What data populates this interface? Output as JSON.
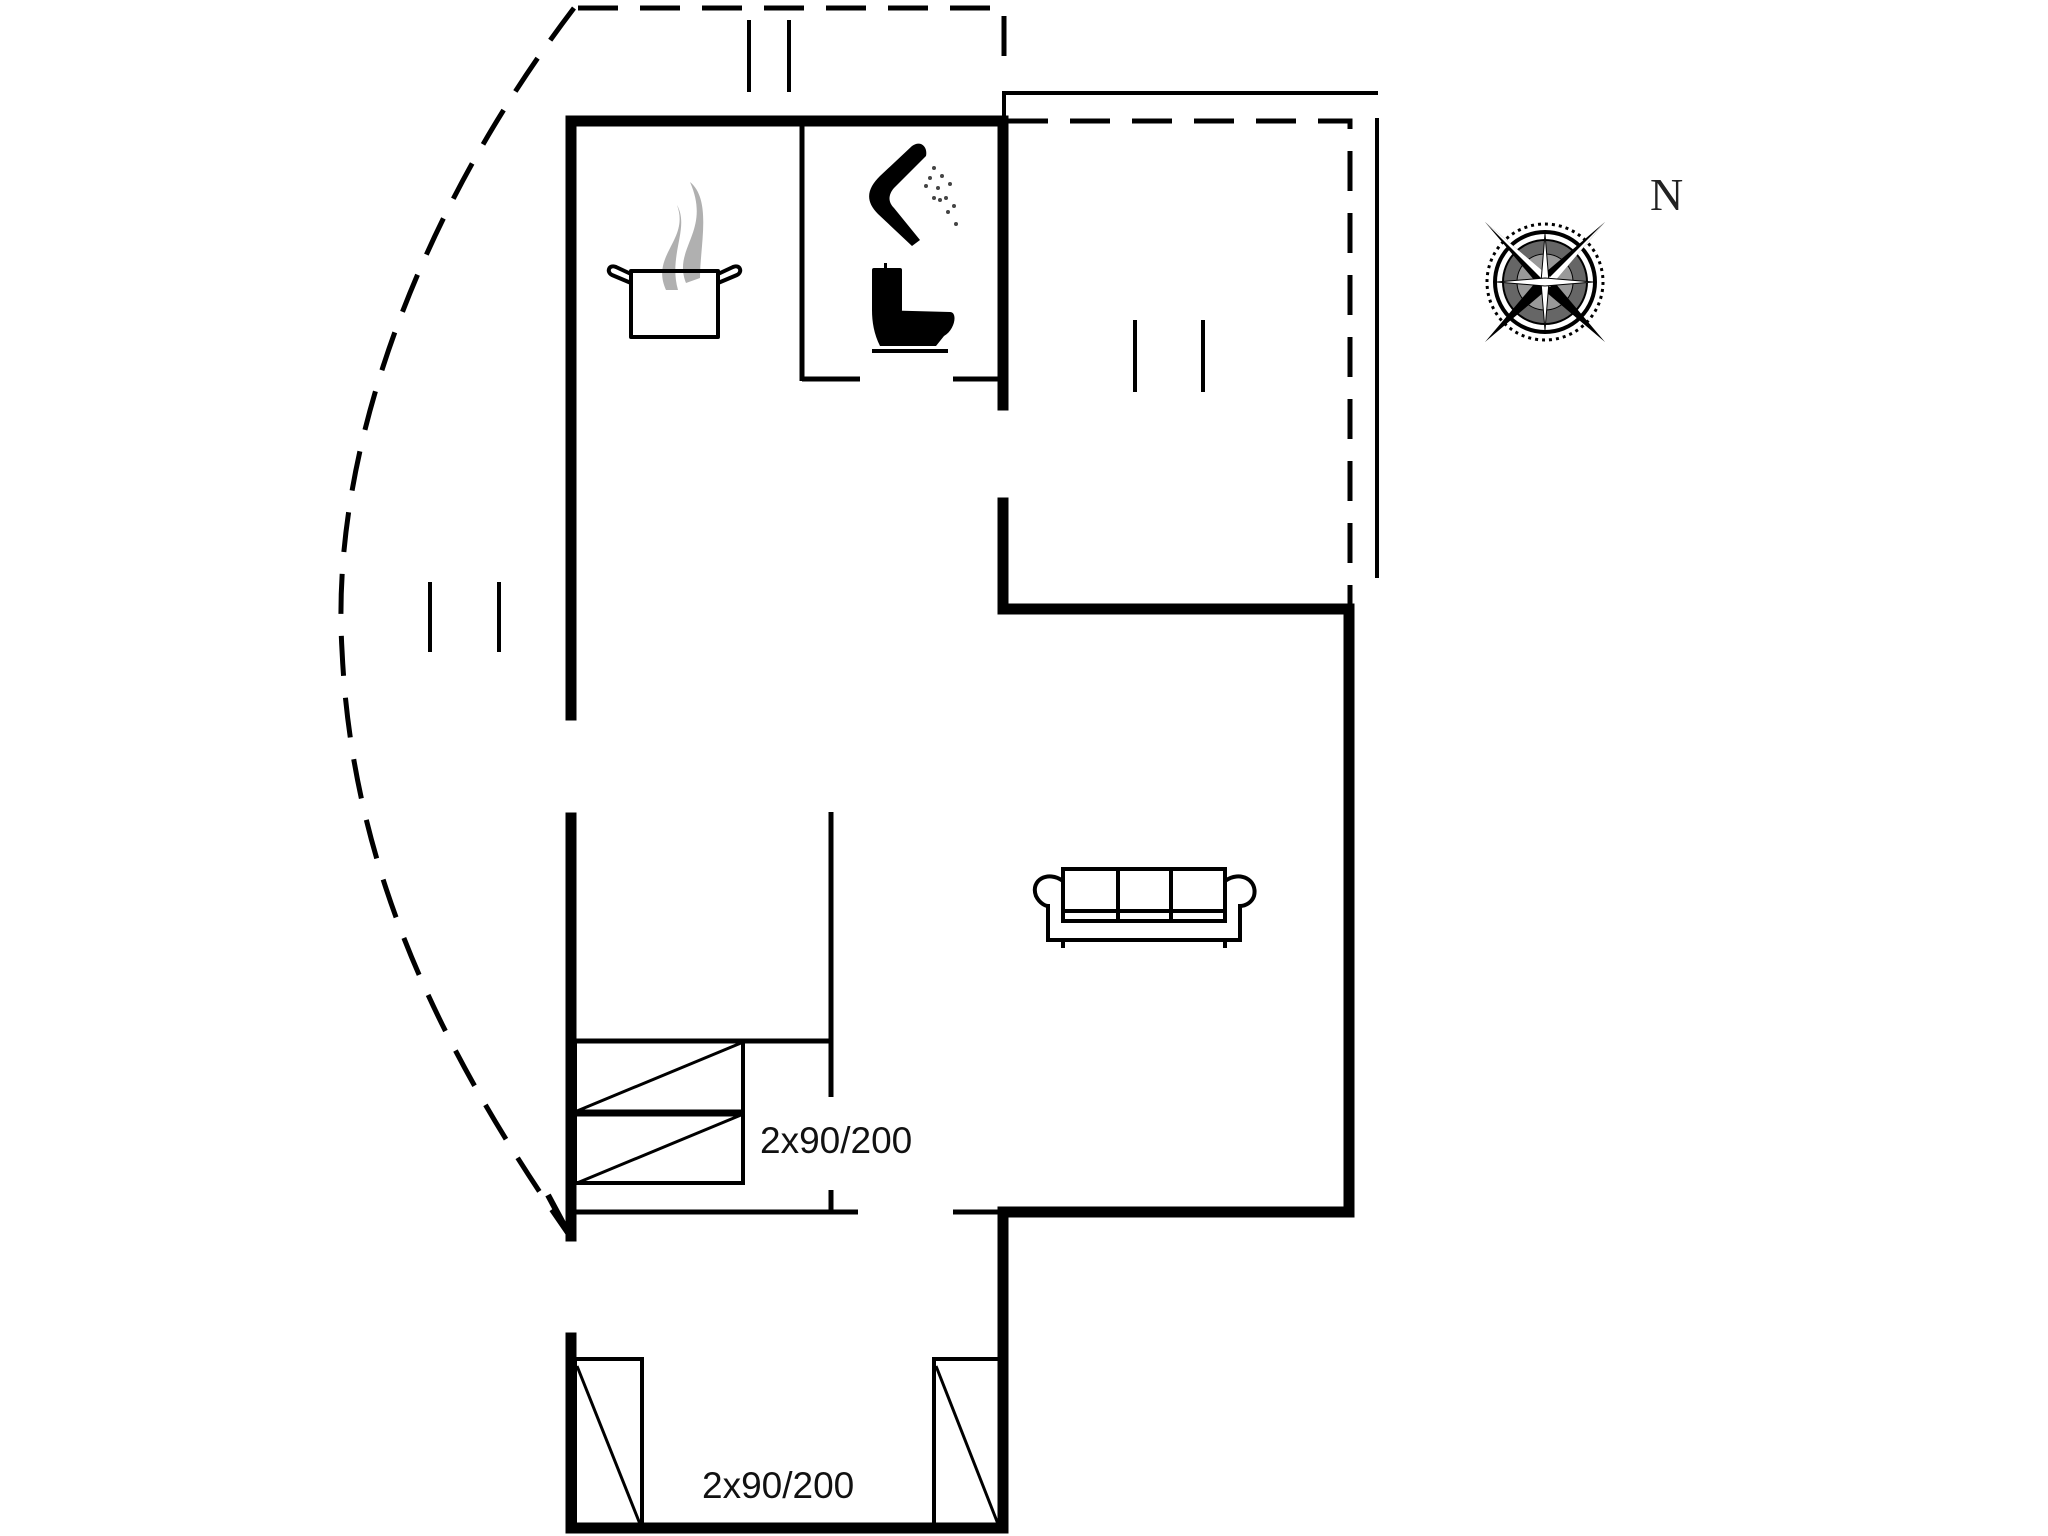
{
  "plan": {
    "type": "floor-plan",
    "background": "#ffffff",
    "wall_color": "#000000",
    "steam_color": "#b0b0b0"
  },
  "compass": {
    "north_label": "N"
  },
  "rooms": [
    {
      "id": "kitchen",
      "icon": "cooking-pot-icon"
    },
    {
      "id": "bathroom",
      "icons": [
        "shower-icon",
        "toilet-icon"
      ]
    },
    {
      "id": "living-room",
      "icon": "sofa-icon"
    },
    {
      "id": "bedroom-1",
      "bed_label": "2x90/200"
    },
    {
      "id": "bedroom-2",
      "bed_label": "2x90/200"
    },
    {
      "id": "terrace-west"
    },
    {
      "id": "terrace-east"
    },
    {
      "id": "terrace-north"
    }
  ],
  "labels": {
    "bedroom1_beds": "2x90/200",
    "bedroom2_beds": "2x90/200"
  }
}
